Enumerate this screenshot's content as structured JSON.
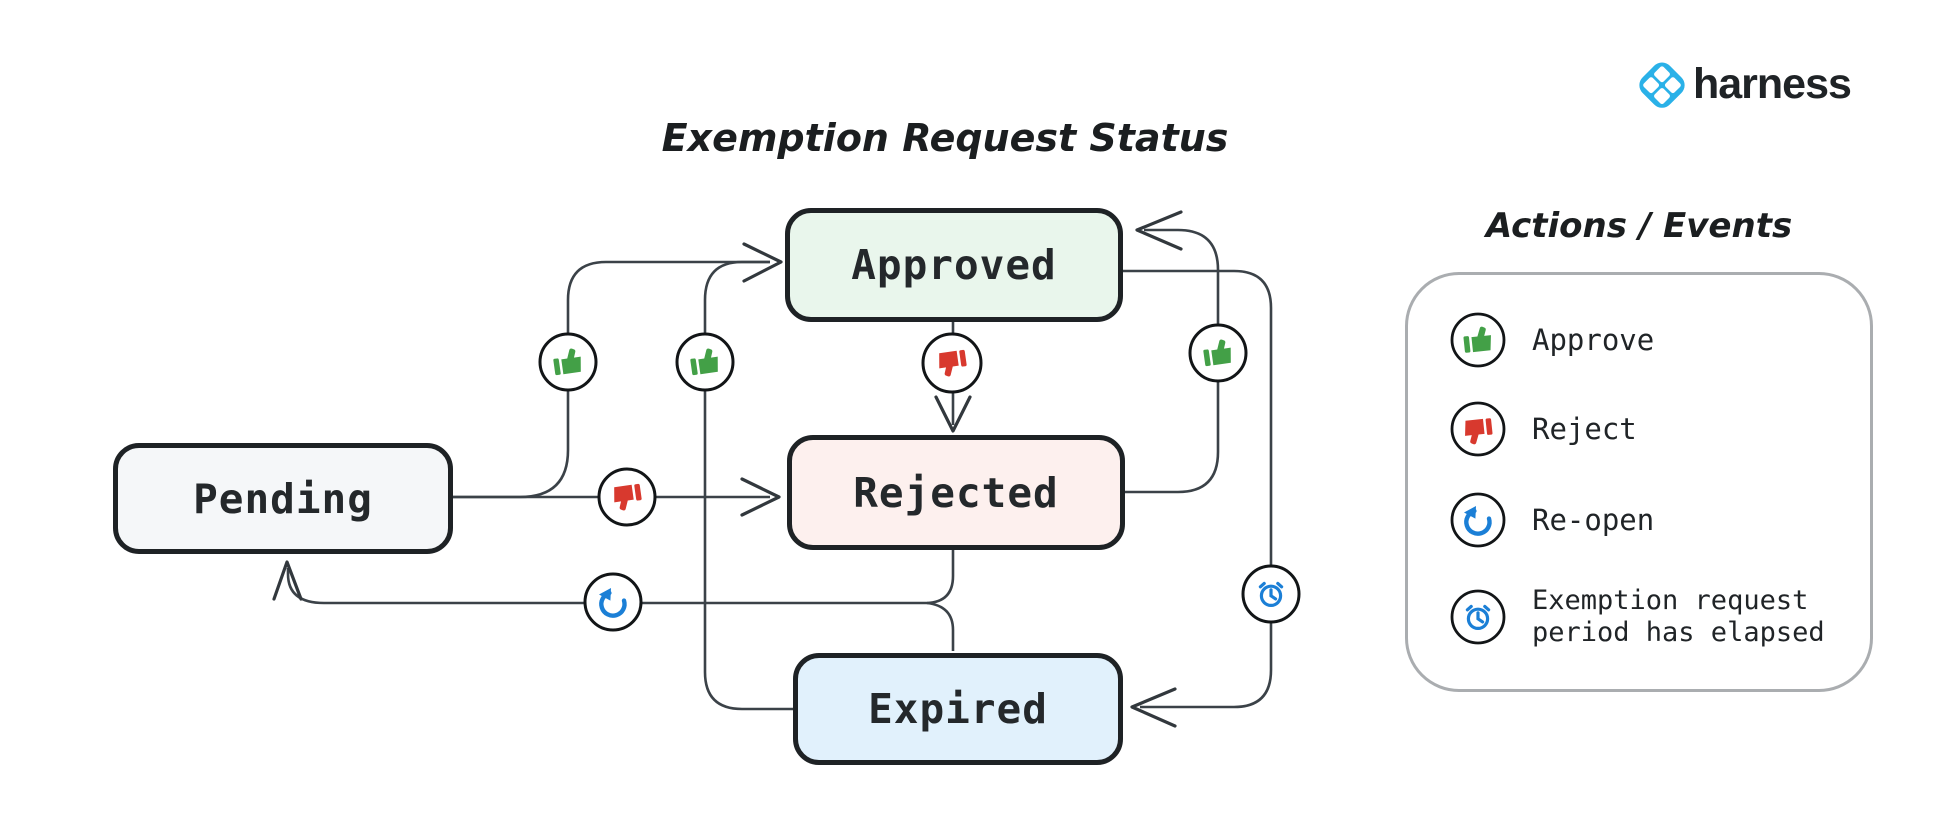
{
  "brand": {
    "name": "harness",
    "logo_blue": "#2ab1e8",
    "wordmark_color": "#1f2326"
  },
  "diagram": {
    "title": "Exemption Request Status",
    "nodes": [
      {
        "id": "pending",
        "label": "Pending",
        "fill": "#f5f7f9"
      },
      {
        "id": "approved",
        "label": "Approved",
        "fill": "#e9f6ec"
      },
      {
        "id": "rejected",
        "label": "Rejected",
        "fill": "#fdf0ee"
      },
      {
        "id": "expired",
        "label": "Expired",
        "fill": "#e1f1fc"
      }
    ],
    "edges": [
      {
        "from": "Pending",
        "to": "Approved",
        "action": "Approve",
        "icon": "thumbs-up-icon"
      },
      {
        "from": "Pending",
        "to": "Rejected",
        "action": "Reject",
        "icon": "thumbs-down-icon"
      },
      {
        "from": "Approved",
        "to": "Rejected",
        "action": "Reject",
        "icon": "thumbs-down-icon"
      },
      {
        "from": "Rejected",
        "to": "Approved",
        "action": "Approve",
        "icon": "thumbs-up-icon"
      },
      {
        "from": "Expired",
        "to": "Approved",
        "action": "Approve",
        "icon": "thumbs-up-icon"
      },
      {
        "from": "Approved",
        "to": "Expired",
        "action": "Exemption request period has elapsed",
        "icon": "alarm-clock-icon"
      },
      {
        "from": "Rejected",
        "to": "Pending",
        "action": "Re-open",
        "icon": "reopen-icon"
      },
      {
        "from": "Expired",
        "to": "Pending",
        "action": "Re-open",
        "icon": "reopen-icon"
      }
    ]
  },
  "legend": {
    "title": "Actions / Events",
    "items": [
      {
        "icon": "thumbs-up-icon",
        "color": "#43a047",
        "label": "Approve"
      },
      {
        "icon": "thumbs-down-icon",
        "color": "#d8392e",
        "label": "Reject"
      },
      {
        "icon": "reopen-icon",
        "color": "#1b7fd6",
        "label": "Re-open"
      },
      {
        "icon": "alarm-clock-icon",
        "color": "#1b7fd6",
        "label": "Exemption request period has elapsed",
        "lines": [
          "Exemption request",
          "period has elapsed"
        ]
      }
    ]
  },
  "colors": {
    "edge_line": "#3b4248",
    "node_border": "#1e2225",
    "icon_circle_border": "#121517",
    "approve_green": "#43a047",
    "reject_red": "#d8392e",
    "action_blue": "#1b7fd6",
    "legend_border": "#aaadb0",
    "background": "#ffffff"
  }
}
